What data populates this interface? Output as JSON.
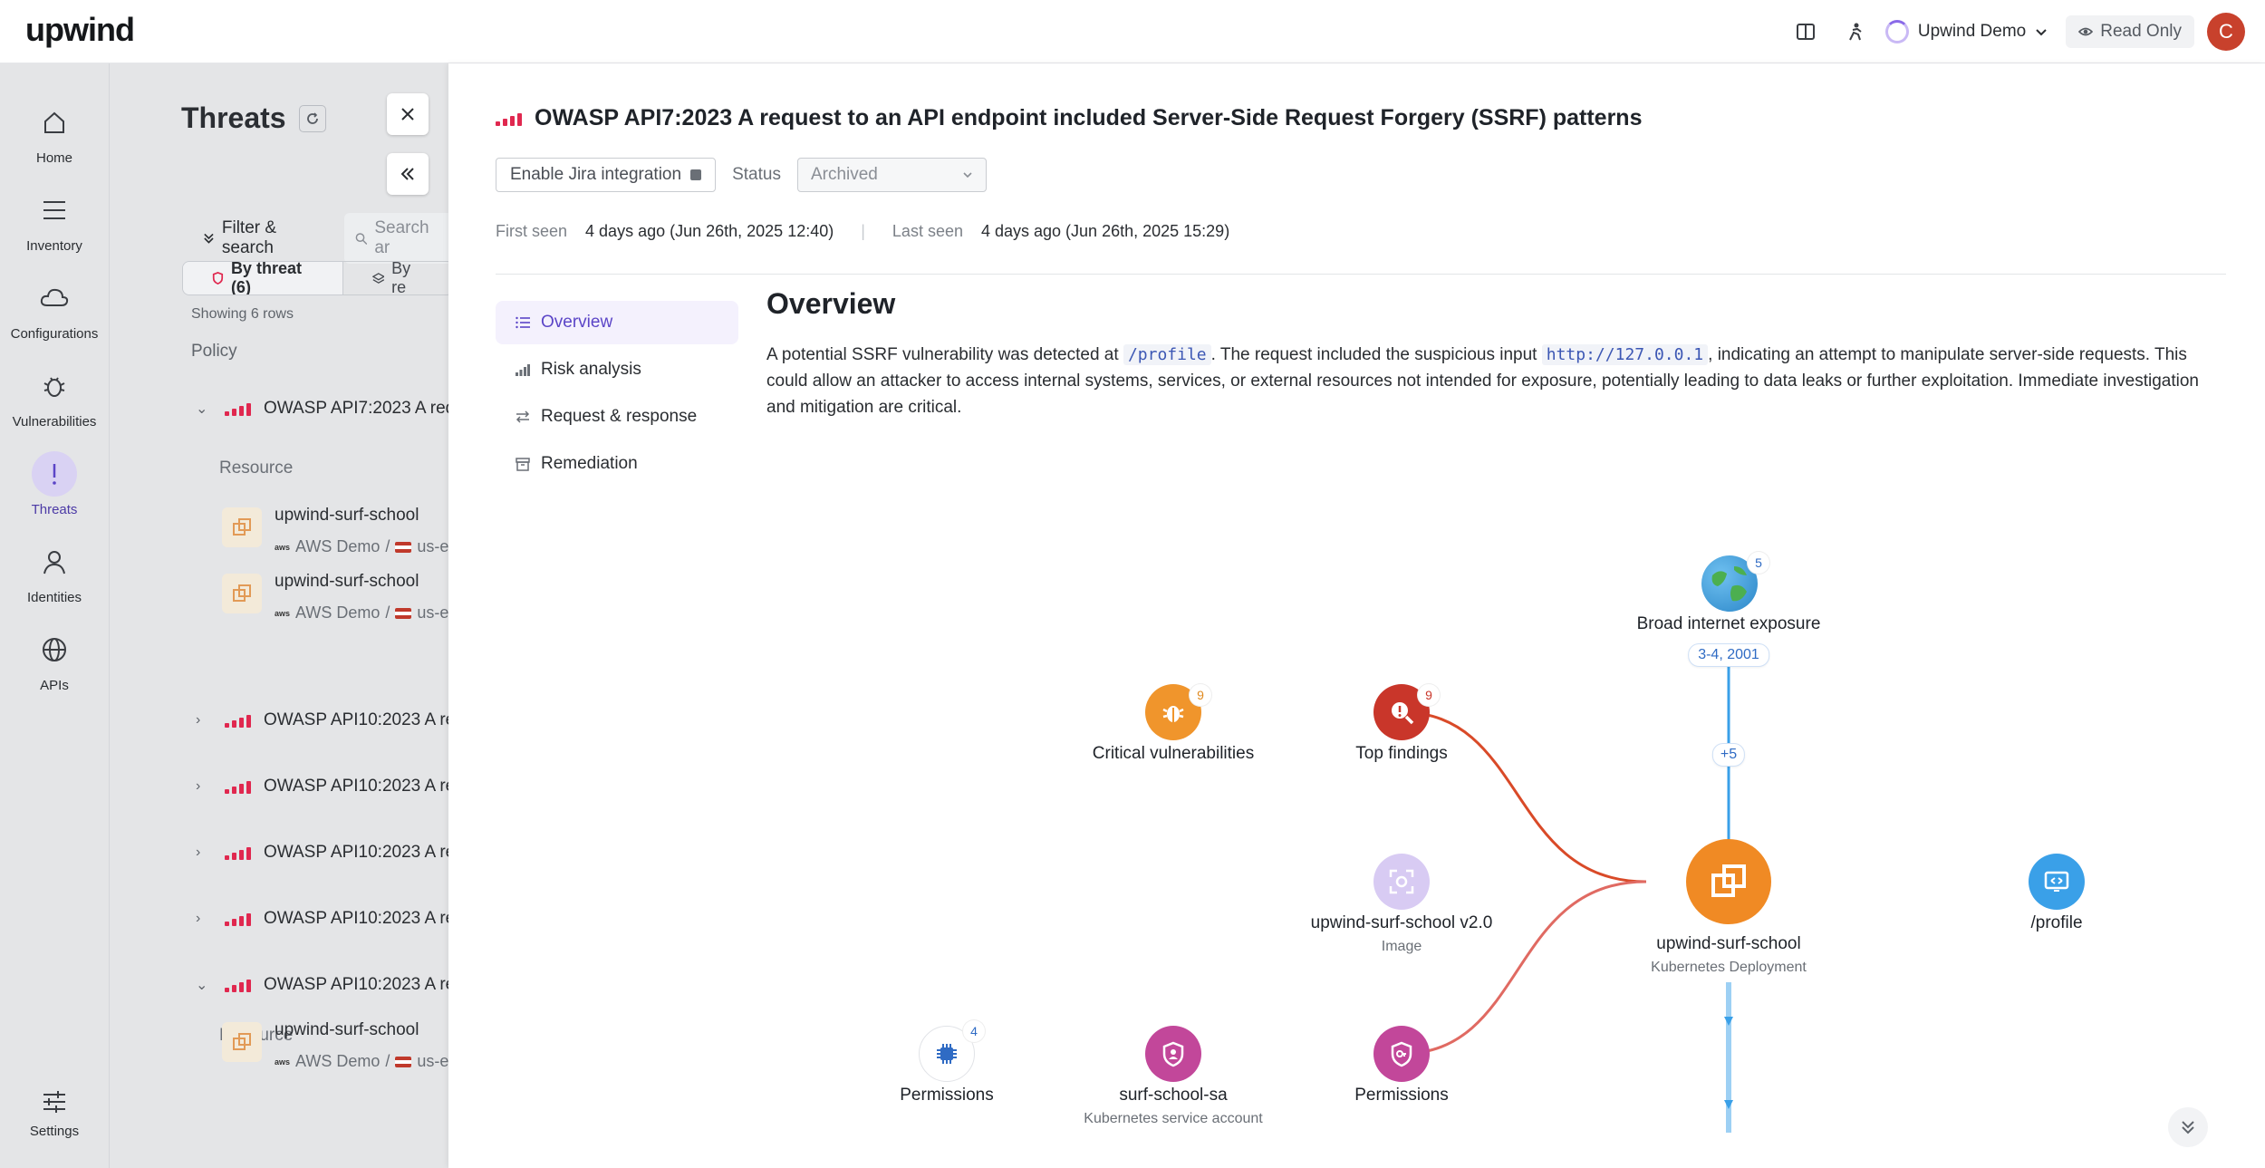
{
  "app": {
    "logo": "upwind"
  },
  "topbar": {
    "org": "Upwind Demo",
    "read_only": "Read Only",
    "avatar": "C"
  },
  "nav": {
    "items": [
      {
        "label": "Home"
      },
      {
        "label": "Inventory"
      },
      {
        "label": "Configurations"
      },
      {
        "label": "Vulnerabilities"
      },
      {
        "label": "Threats"
      },
      {
        "label": "Identities"
      },
      {
        "label": "APIs"
      }
    ],
    "settings": "Settings"
  },
  "list": {
    "title": "Threats",
    "filter_label": "Filter & search",
    "search_placeholder": "Search ar",
    "tab_by_threat": "By threat (6)",
    "tab_by_resource": "By re",
    "showing": "Showing 6 rows",
    "policy_header": "Policy",
    "resource_header": "Resource",
    "rows": [
      "OWASP API7:2023 A requ",
      "OWASP API10:2023 A rec",
      "OWASP API10:2023 A rec",
      "OWASP API10:2023 A rec",
      "OWASP API10:2023 A rec",
      "OWASP API10:2023 A rec"
    ],
    "resources": [
      {
        "name": "upwind-surf-school",
        "account": "AWS Demo",
        "region": "us-e"
      },
      {
        "name": "upwind-surf-school",
        "account": "AWS Demo",
        "region": "us-e"
      },
      {
        "name": "upwind-surf-school",
        "account": "AWS Demo",
        "region": "us-e"
      }
    ],
    "aws_badge": "aws",
    "sep": "/"
  },
  "drawer": {
    "title": "OWASP API7:2023 A request to an API endpoint included Server-Side Request Forgery (SSRF) patterns",
    "jira_button": "Enable Jira integration",
    "status_label": "Status",
    "status_value": "Archived",
    "first_seen_label": "First seen",
    "first_seen_value": "4 days ago (Jun 26th, 2025 12:40)",
    "last_seen_label": "Last seen",
    "last_seen_value": "4 days ago (Jun 26th, 2025 15:29)",
    "sections": [
      "Overview",
      "Risk analysis",
      "Request & response",
      "Remediation"
    ],
    "overview": {
      "heading": "Overview",
      "p1": "A potential SSRF vulnerability was detected at ",
      "code1": "/profile",
      "p2": ". The request included the suspicious input ",
      "code2": "http://127.0.0.1",
      "p3": ", indicating an attempt to manipulate server-side requests. This could allow an attacker to access internal systems, services, or external resources not intended for exposure, potentially leading to data leaks or further exploitation. Immediate investigation and mitigation are critical."
    }
  },
  "graph": {
    "internet": {
      "label": "Broad internet exposure",
      "badge": "5",
      "ports": "3-4, 2001",
      "more": "+5"
    },
    "critical_vulns": {
      "label": "Critical vulnerabilities",
      "badge": "9"
    },
    "top_findings": {
      "label": "Top findings",
      "badge": "9"
    },
    "image": {
      "label": "upwind-surf-school v2.0",
      "sub": "Image"
    },
    "deployment": {
      "label": "upwind-surf-school",
      "sub": "Kubernetes Deployment"
    },
    "profile": {
      "label": "/profile"
    },
    "permissions_left": {
      "label": "Permissions",
      "badge": "4"
    },
    "service_account": {
      "label": "surf-school-sa",
      "sub": "Kubernetes service account"
    },
    "permissions_right": {
      "label": "Permissions"
    }
  },
  "colors": {
    "accent": "#7b55e8",
    "severity": "#e0284f",
    "orange": "#f08a24",
    "red": "#c9362a",
    "pink": "#c2479a",
    "blue": "#3aa0e8",
    "lavender": "#cdbbf0"
  }
}
